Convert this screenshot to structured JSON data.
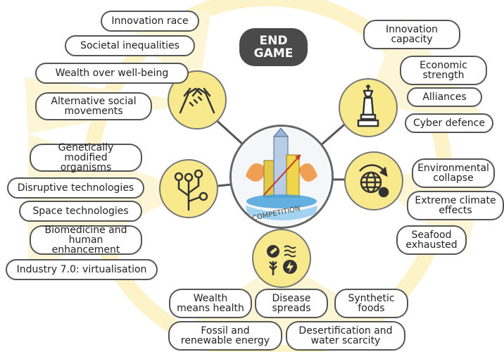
{
  "end_game": {
    "line1": "END",
    "line2": "GAME"
  },
  "center_logo_text": "COMPETITION",
  "colors": {
    "hub_fill": "#f8e98c",
    "glow": "#fbefb8",
    "outline": "#555555",
    "badge": "#4a4a4a"
  },
  "hubs": [
    {
      "name": "handshake-icon"
    },
    {
      "name": "chess-king-icon"
    },
    {
      "name": "network-tree-icon"
    },
    {
      "name": "globe-cycle-icon"
    },
    {
      "name": "resources-icon"
    }
  ],
  "pills": [
    {
      "id": "innovation-race",
      "text": "Innovation race"
    },
    {
      "id": "societal-inequalities",
      "text": "Societal inequalities"
    },
    {
      "id": "wealth-over-well-being",
      "text": "Wealth over well-being"
    },
    {
      "id": "alternative-social-movements",
      "text": "Alternative social\nmovements"
    },
    {
      "id": "innovation-capacity",
      "text": "Innovation\ncapacity"
    },
    {
      "id": "economic-strength",
      "text": "Economic\nstrength"
    },
    {
      "id": "alliances",
      "text": "Alliances"
    },
    {
      "id": "cyber-defence",
      "text": "Cyber defence"
    },
    {
      "id": "gmo",
      "text": "Genetically modified\norganisms"
    },
    {
      "id": "disruptive-technologies",
      "text": "Disruptive technologies"
    },
    {
      "id": "space-technologies",
      "text": "Space technologies"
    },
    {
      "id": "biomedicine",
      "text": "Biomedicine and\nhuman enhancement"
    },
    {
      "id": "industry-7",
      "text": "Industry 7.0: virtualisation"
    },
    {
      "id": "environmental-collapse",
      "text": "Environmental\ncollapse"
    },
    {
      "id": "extreme-climate",
      "text": "Extreme climate\neffects"
    },
    {
      "id": "seafood-exhausted",
      "text": "Seafood\nexhausted"
    },
    {
      "id": "wealth-means-health",
      "text": "Wealth\nmeans health"
    },
    {
      "id": "disease-spreads",
      "text": "Disease\nspreads"
    },
    {
      "id": "synthetic-foods",
      "text": "Synthetic\nfoods"
    },
    {
      "id": "fossil-renewable",
      "text": "Fossil and\nrenewable energy"
    },
    {
      "id": "desertification",
      "text": "Desertification and\nwater scarcity"
    }
  ]
}
